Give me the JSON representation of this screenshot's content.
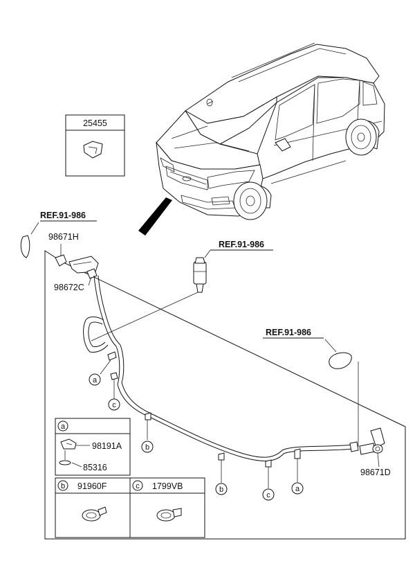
{
  "parts": {
    "p25455": "25455",
    "p98671H": "98671H",
    "p98672C": "98672C",
    "p98671D": "98671D",
    "p98191A": "98191A",
    "p85316": "85316",
    "p91960F": "91960F",
    "p1799VB": "1799VB"
  },
  "refs": {
    "ref_left": "REF.91-986",
    "ref_pump": "REF.91-986",
    "ref_right": "REF.91-986"
  },
  "circle_letters": {
    "a": "a",
    "b": "b",
    "c": "c"
  },
  "colors": {
    "line": "#111111",
    "background": "#ffffff",
    "pointer": "#000000"
  }
}
